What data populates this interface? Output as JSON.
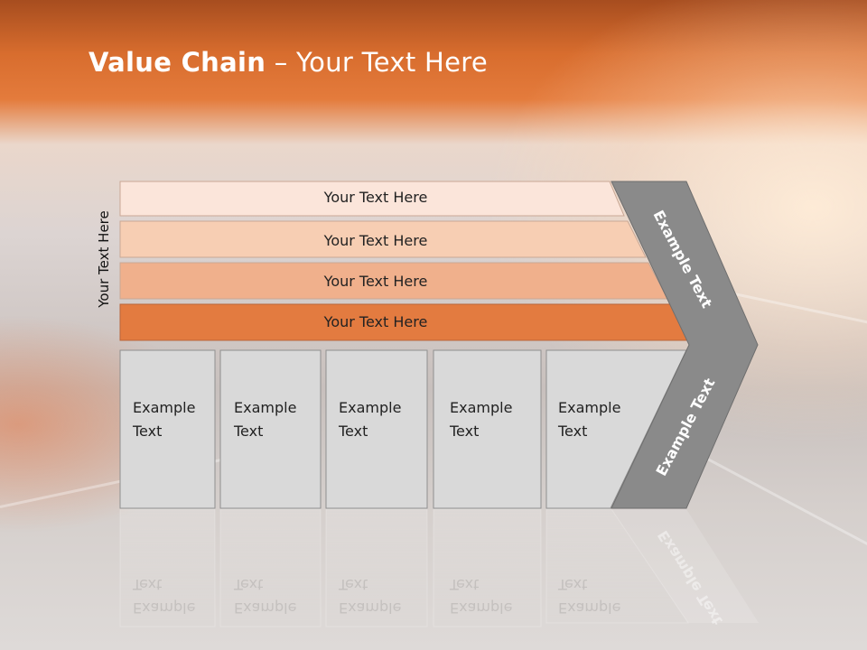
{
  "title": {
    "bold": "Value Chain",
    "rest": " – Your Text Here"
  },
  "side_label": "Your Text Here",
  "rows": [
    {
      "label": "Your Text Here",
      "color": "#fbe5da"
    },
    {
      "label": "Your Text Here",
      "color": "#f7ceb3"
    },
    {
      "label": "Your Text Here",
      "color": "#f0b08c"
    },
    {
      "label": "Your Text Here",
      "color": "#e37b40"
    }
  ],
  "columns": [
    {
      "line1": "Example",
      "line2": "Text"
    },
    {
      "line1": "Example",
      "line2": "Text"
    },
    {
      "line1": "Example",
      "line2": "Text"
    },
    {
      "line1": "Example",
      "line2": "Text"
    },
    {
      "line1": "Example",
      "line2": "Text"
    }
  ],
  "chevron": {
    "top_label": "Example Text",
    "bottom_label": "Example Text",
    "color": "#8a8a8a"
  },
  "colors": {
    "column_fill": "#d9d9d9",
    "column_border": "#8f8f8f",
    "title_text": "#ffffff"
  }
}
